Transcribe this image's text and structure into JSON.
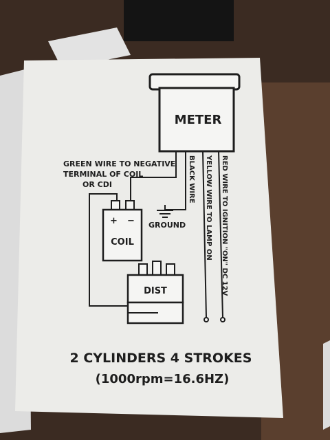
{
  "diagram": {
    "meter_label": "METER",
    "coil_label": "COIL",
    "coil_plus": "+",
    "coil_minus": "−",
    "dist_label": "DIST",
    "ground_label": "GROUND",
    "green_wire_note": [
      "GREEN WIRE TO NEGATIVE",
      "TERMINAL OF COIL",
      "OR CDI"
    ],
    "black_wire_label": "BLACK WIRE",
    "yellow_wire_label": "YELLOW WIRE TO LAMP ON",
    "red_wire_label": "RED WIRE TO IGNITION \"ON\" DC 12V"
  },
  "caption": {
    "line1": "2 CYLINDERS 4 STROKES",
    "line2": "(1000rpm=16.6HZ)"
  },
  "colors": {
    "paper": "#eeeeec",
    "ink": "#1d1d1d",
    "wood": "#3a2a20"
  }
}
